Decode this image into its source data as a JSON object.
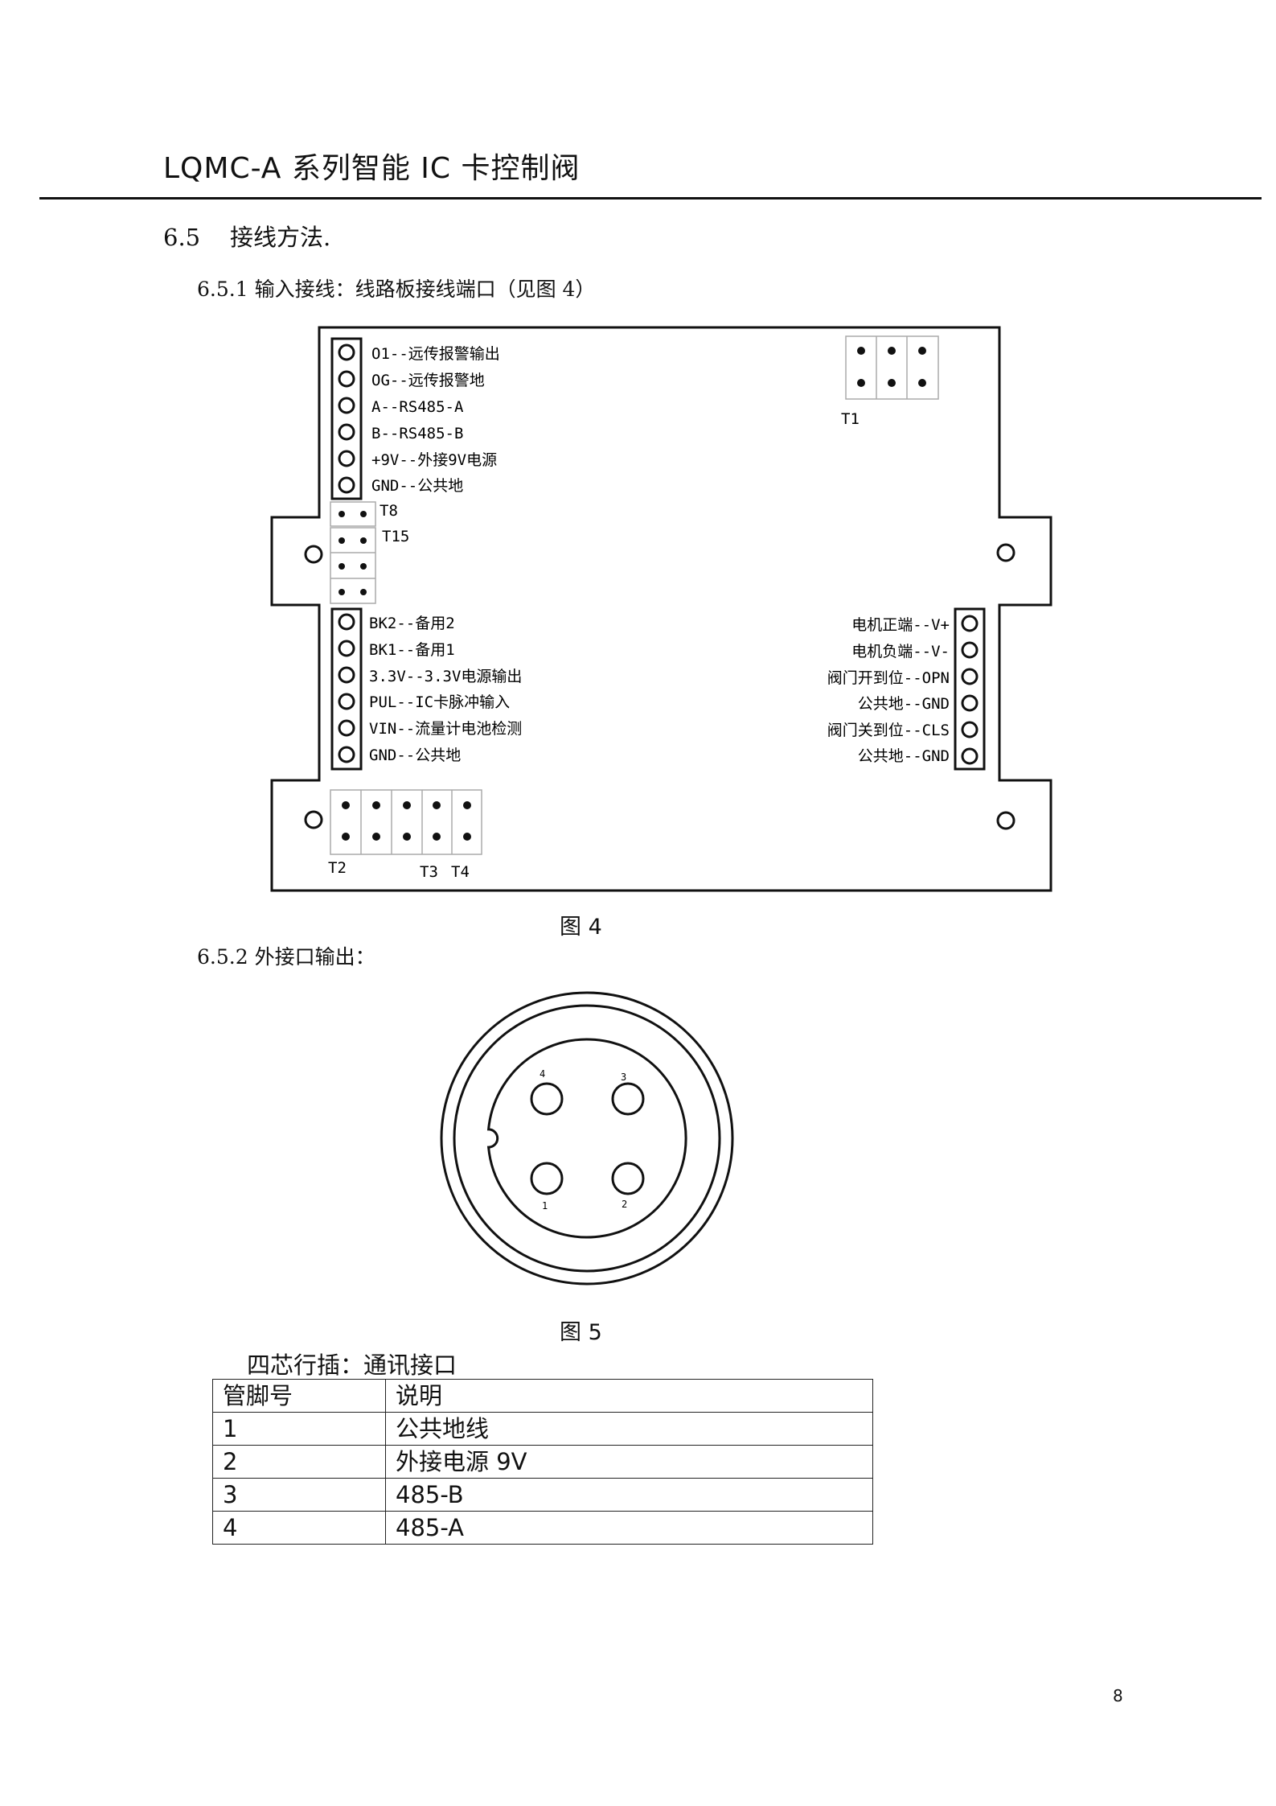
{
  "header": {
    "title": "LQMC-A 系列智能 IC 卡控制阀"
  },
  "section": {
    "number": "6.5",
    "title": "接线方法."
  },
  "sub1": {
    "number": "6.5.1",
    "title": "输入接线：线路板接线端口（见图 4）"
  },
  "board": {
    "left_top_labels": [
      "O1--远传报警输出",
      "OG--远传报警地",
      "A--RS485-A",
      "B--RS485-B",
      "+9V--外接9V电源",
      "GND--公共地"
    ],
    "left_bottom_labels": [
      "BK2--备用2",
      "BK1--备用1",
      "3.3V--3.3V电源输出",
      "PUL--IC卡脉冲输入",
      "VIN--流量计电池检测",
      "GND--公共地"
    ],
    "right_labels": [
      "电机正端--V+",
      "电机负端--V-",
      "阀门开到位--OPN",
      "公共地--GND",
      "阀门关到位--CLS",
      "公共地--GND"
    ],
    "jumpers": {
      "t1": "T1",
      "t8": "T8",
      "t15": "T15",
      "t2": "T2",
      "t3": "T3",
      "t4": "T4"
    }
  },
  "fig4": {
    "caption": "图 4"
  },
  "sub2": {
    "number": "6.5.2",
    "title": "外接口输出："
  },
  "connector": {
    "pins": [
      "1",
      "2",
      "3",
      "4"
    ]
  },
  "fig5": {
    "caption": "图 5"
  },
  "table": {
    "title": "四芯行插：通讯接口",
    "headers": [
      "管脚号",
      "说明"
    ],
    "rows": [
      [
        "1",
        "公共地线"
      ],
      [
        "2",
        "外接电源 9V"
      ],
      [
        "3",
        "485-B"
      ],
      [
        "4",
        "485-A"
      ]
    ]
  },
  "page": {
    "number": "8"
  }
}
